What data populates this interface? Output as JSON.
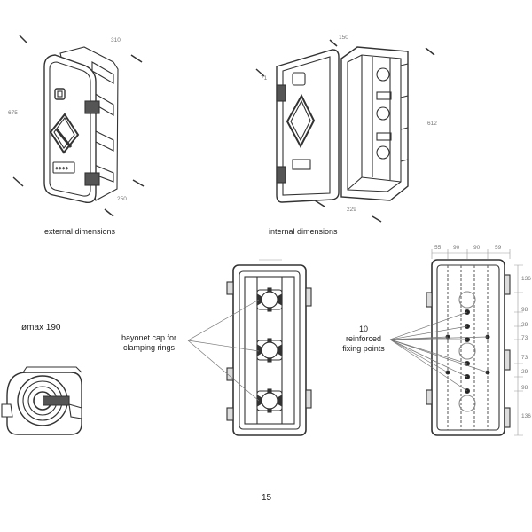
{
  "captions": {
    "external": "external dimensions",
    "internal": "internal dimensions"
  },
  "labels": {
    "diameter": "ømax 190",
    "bayonet_line1": "bayonet cap for",
    "bayonet_line2": "clamping rings",
    "fixing_line1": "10",
    "fixing_line2": "reinforced",
    "fixing_line3": "fixing points"
  },
  "external_dims": {
    "height": "675",
    "depth": "310",
    "width": "250"
  },
  "internal_dims": {
    "depth": "150",
    "gap": "71",
    "height": "612",
    "width": "229"
  },
  "top_dims": [
    "55",
    "90",
    "90",
    "59"
  ],
  "side_dims": [
    "136",
    "98",
    "29",
    "73",
    "73",
    "29",
    "98",
    "136"
  ],
  "page_number": "15"
}
